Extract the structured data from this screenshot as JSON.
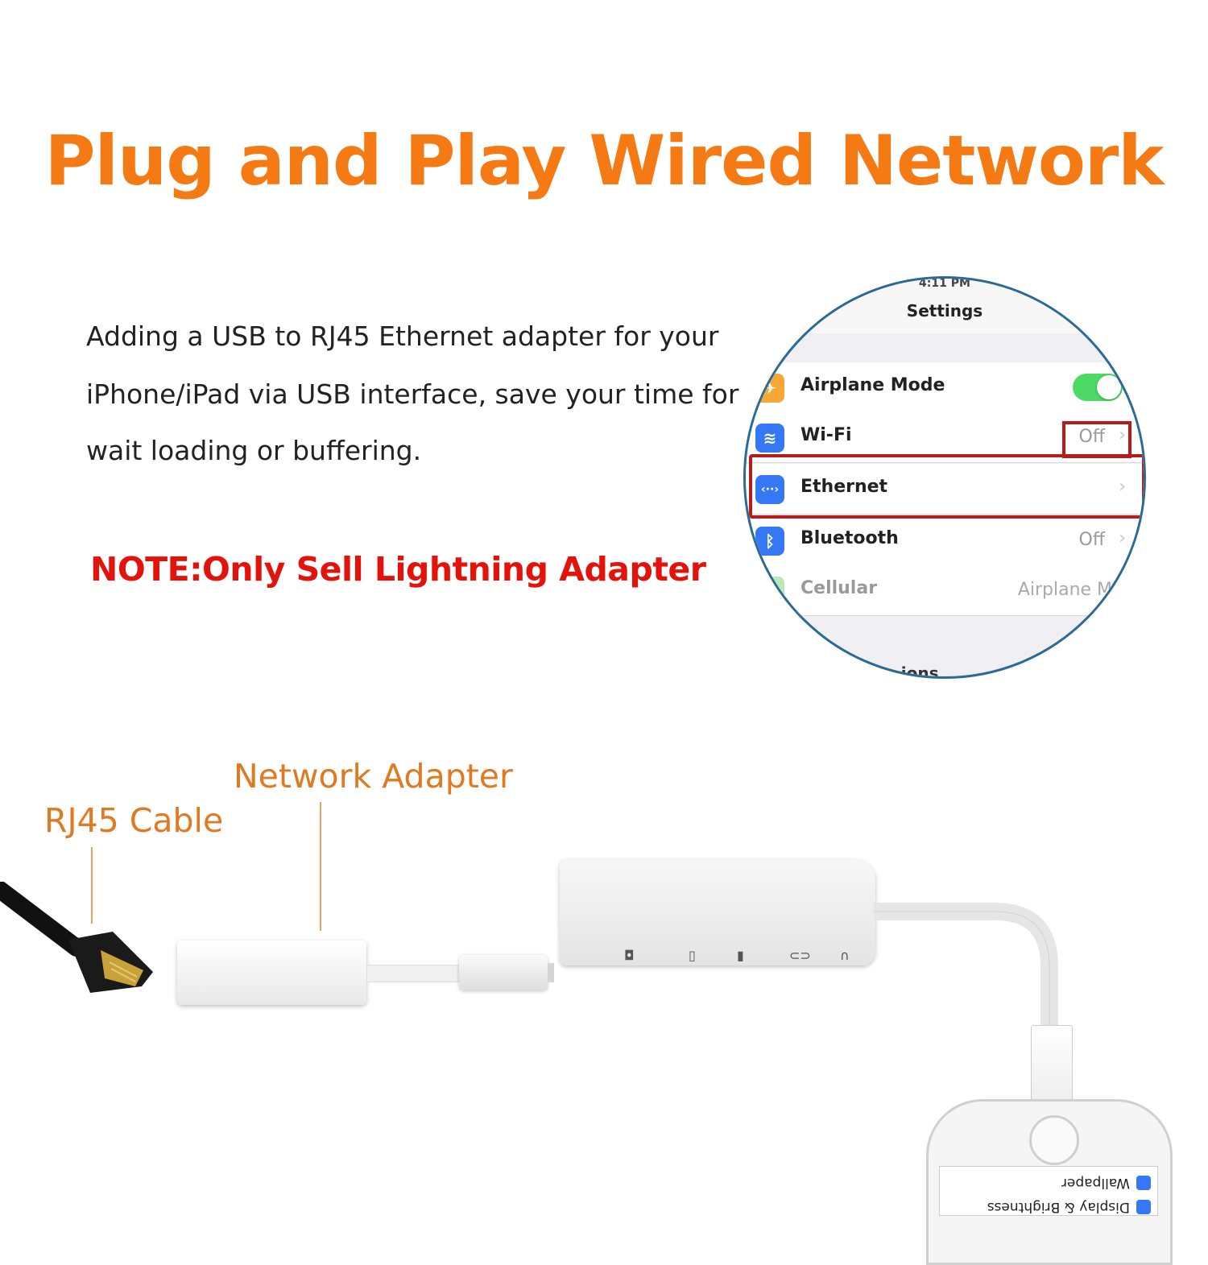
{
  "headline": "Plug and Play Wired Network",
  "description": [
    "Adding a USB to RJ45 Ethernet adapter for your",
    "iPhone/iPad via USB interface, save your time for",
    "wait loading or buffering."
  ],
  "note": "NOTE:Only Sell Lightning Adapter",
  "settings": {
    "status_time": "4:11 PM",
    "title": "Settings",
    "rows": [
      {
        "label": "Airplane Mode",
        "value": "",
        "icon": "airplane-icon",
        "color": "#f7a733"
      },
      {
        "label": "Wi-Fi",
        "value": "Off",
        "icon": "wifi-icon",
        "color": "#3478f6"
      },
      {
        "label": "Ethernet",
        "value": "",
        "icon": "ethernet-icon",
        "color": "#3478f6"
      },
      {
        "label": "Bluetooth",
        "value": "Off",
        "icon": "bluetooth-icon",
        "color": "#3478f6"
      },
      {
        "label": "Cellular",
        "value": "Airplane Mode",
        "icon": "cellular-icon",
        "color": "#7ed67e"
      }
    ],
    "footer_partial": "...ions",
    "toggle_color": "#4cd964",
    "highlight_color": "#b71c1c"
  },
  "diagram": {
    "network_adapter_label": "Network Adapter",
    "rj45_label": "RJ45 Cable",
    "label_color": "#e07a22"
  },
  "phone_screen": {
    "rows": [
      "Wallpaper",
      "Display & Brightness"
    ]
  },
  "colors": {
    "headline": "#f57a14",
    "note": "#e3120b"
  }
}
